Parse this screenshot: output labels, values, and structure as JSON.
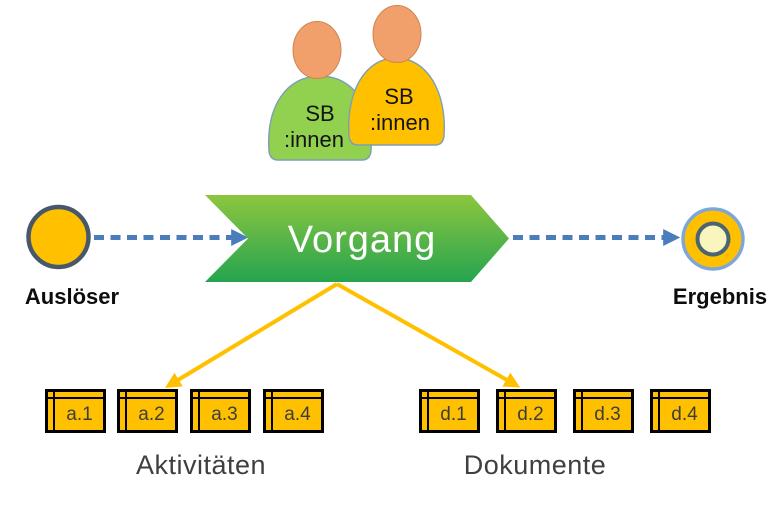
{
  "diagram": {
    "process_label": "Vorgang",
    "trigger_label": "Auslöser",
    "result_label": "Ergebnis",
    "activities_label": "Aktivitäten",
    "documents_label": "Dokumente"
  },
  "persons": [
    {
      "role": "clerk-green",
      "line1": "SB",
      "line2": ":innen"
    },
    {
      "role": "clerk-orange",
      "line1": "SB",
      "line2": ":innen"
    }
  ],
  "activities": [
    "a.1",
    "a.2",
    "a.3",
    "a.4"
  ],
  "documents": [
    "d.1",
    "d.2",
    "d.3",
    "d.4"
  ],
  "colors": {
    "gold": "#FFC000",
    "green_body": "#92D050",
    "head_skin": "#F2A06B",
    "chevron_gradient_top": "#8DC63F",
    "chevron_gradient_bottom": "#25A44F",
    "dash_blue": "#4A7EBB",
    "trigger_border": "#47586B",
    "result_outer_border": "#7EA6D8",
    "result_inner_fill": "#F8F6BC",
    "result_inner_border": "#4A6471",
    "box_border": "#000000",
    "arrow_yellow": "#FFC000"
  }
}
